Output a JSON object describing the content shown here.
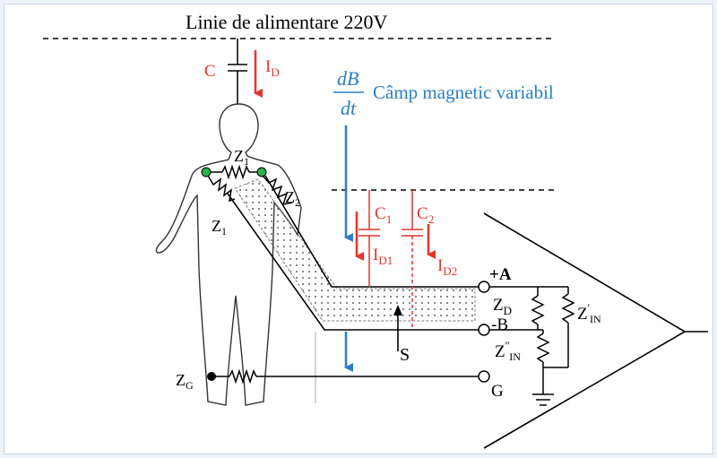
{
  "labels": {
    "title": "Linie de alimentare 220V",
    "c": "C",
    "id_main": "I",
    "id_main_sub": "D",
    "db": "dB",
    "dt": "dt",
    "field": "Câmp magnetic variabil",
    "z1_top": "Z",
    "z1_top_sub": "1",
    "z1_left": "Z",
    "z1_left_sub": "1",
    "z2": "Z",
    "z2_sub": "2",
    "c1": "C",
    "c1_sub": "1",
    "c2": "C",
    "c2_sub": "2",
    "id1": "I",
    "id1_sub": "D1",
    "id2": "I",
    "id2_sub": "D2",
    "plus_a": "+A",
    "zd": "Z",
    "zd_sub": "D",
    "minus_b": "-B",
    "zin1": "Z",
    "zin1_sup": "'",
    "zin1_sub": "IN",
    "zin2": "Z",
    "zin2_sup": "''",
    "zin2_sub": "IN",
    "s": "S",
    "zg": "Z",
    "zg_sub": "G",
    "g": "G"
  },
  "colors": {
    "red": "#e8332a",
    "blue": "#2a7fc4",
    "green": "#2bb24c",
    "frame": "#c8d4e0"
  }
}
